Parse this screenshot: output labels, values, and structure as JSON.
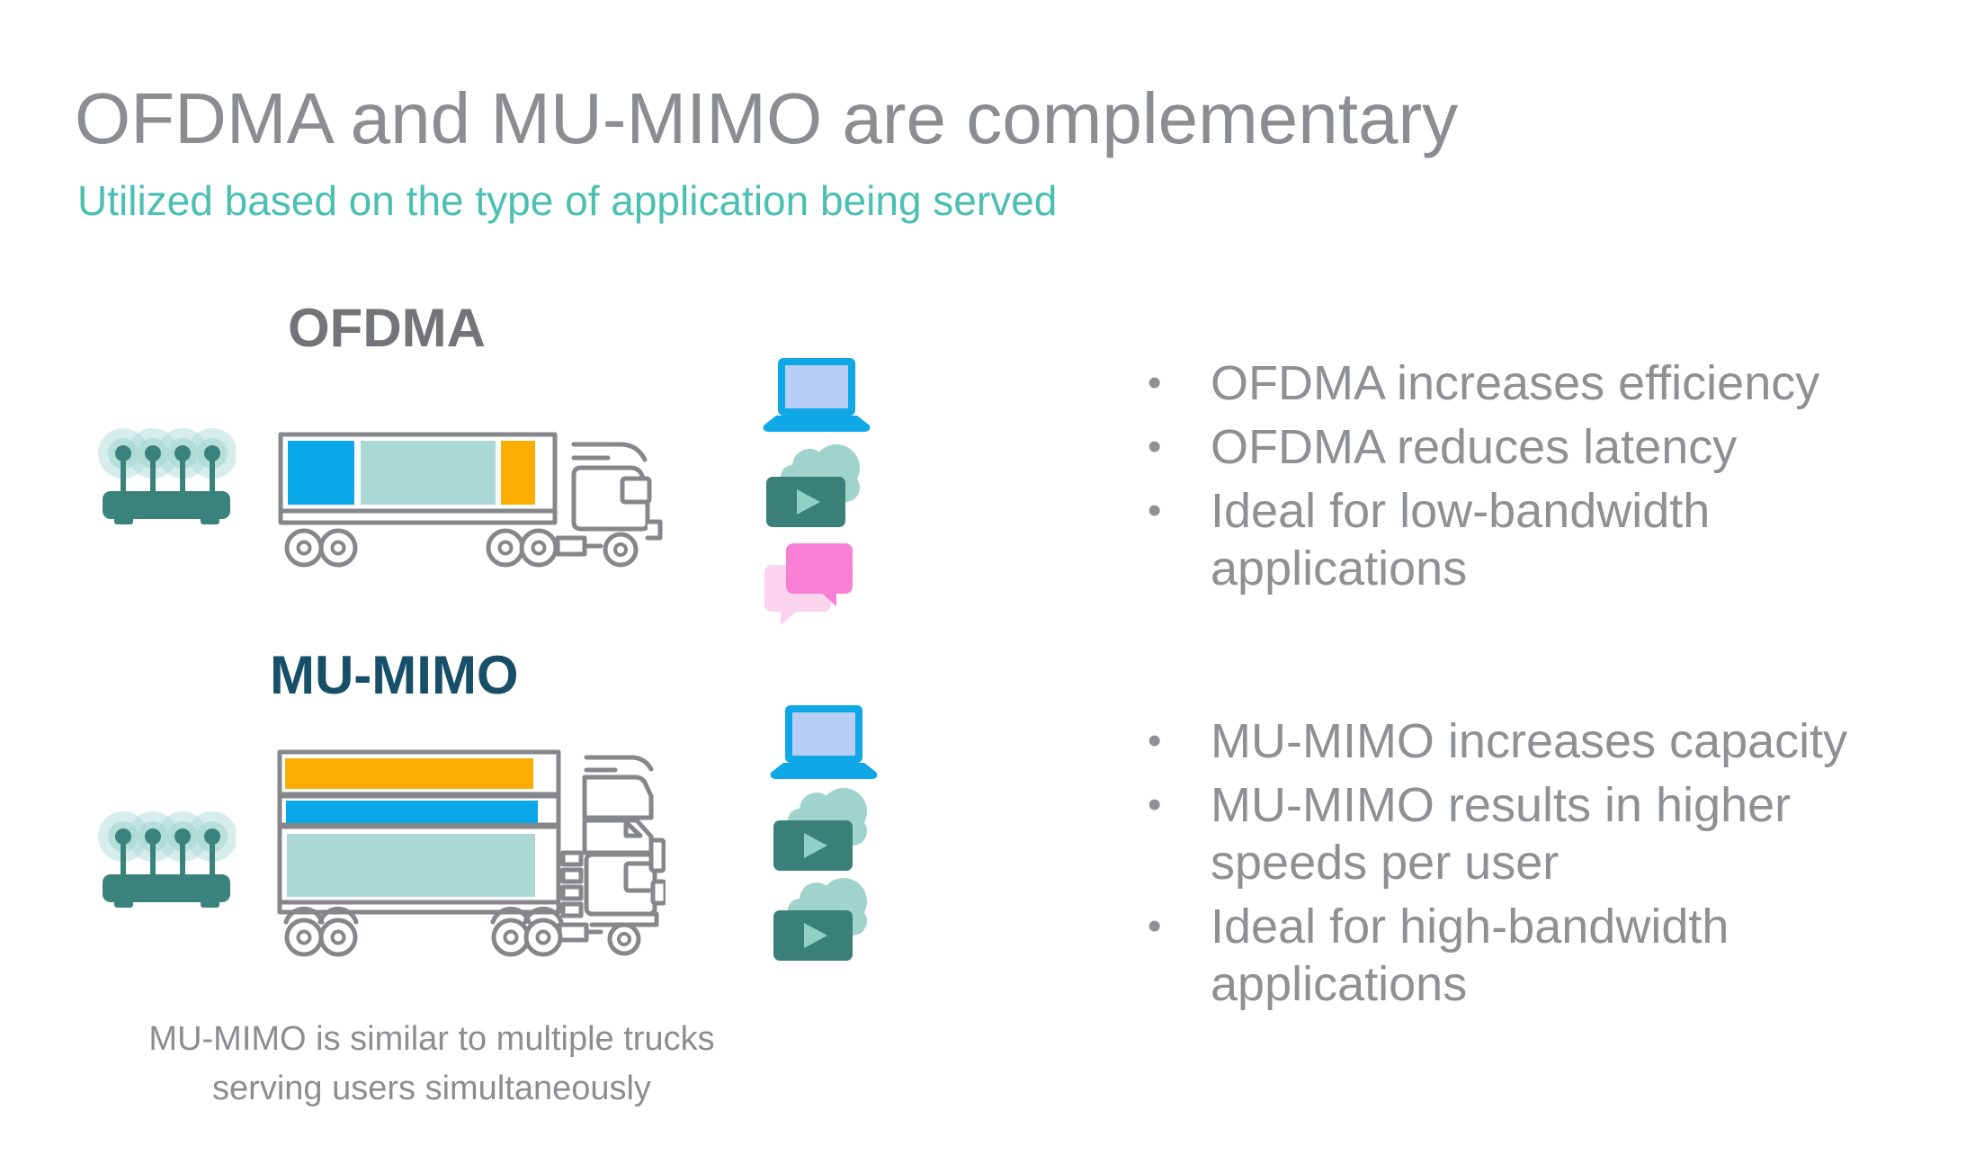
{
  "slide": {
    "title": "OFDMA and MU-MIMO are complementary",
    "subtitle": "Utilized based on the type of application being served"
  },
  "ofdma": {
    "heading": "OFDMA",
    "bullets": [
      "OFDMA increases efficiency",
      "OFDMA reduces latency",
      "Ideal for low-bandwidth applications"
    ]
  },
  "mumimo": {
    "heading": "MU-MIMO",
    "bullets": [
      "MU-MIMO increases capacity",
      "MU-MIMO results in higher speeds per user",
      "Ideal for high-bandwidth applications"
    ],
    "caption": "MU-MIMO is similar to multiple trucks serving users simultaneously"
  },
  "icons": {
    "router": "wifi-router-icon",
    "single_truck": "truck-icon",
    "stacked_trucks": "stacked-trucks-icon",
    "laptop": "laptop-icon",
    "video_cloud": "video-streaming-cloud-icon",
    "chat": "chat-bubbles-icon"
  },
  "colors": {
    "title_gray": "#8b8d90",
    "subtitle_teal": "#4bbfb2",
    "ofdma_heading_gray": "#737477",
    "mumimo_heading_navy": "#174f68",
    "bullet_gray": "#8e9093",
    "outline_gray": "#85878a",
    "block_blue": "#09a7e8",
    "block_light_teal": "#abd8d4",
    "block_orange": "#fbad00",
    "router_teal": "#3a837c",
    "router_halo": "#a5d6d2",
    "laptop_blue": "#0fa7e6",
    "laptop_screen": "#b9cef6",
    "video_dark_teal": "#3b8078",
    "video_cloud_teal": "#9fd3cb",
    "video_play_teal": "#8fd0c7",
    "chat_front_pink": "#f97fd4",
    "chat_back_pink": "#fbd3ee"
  }
}
